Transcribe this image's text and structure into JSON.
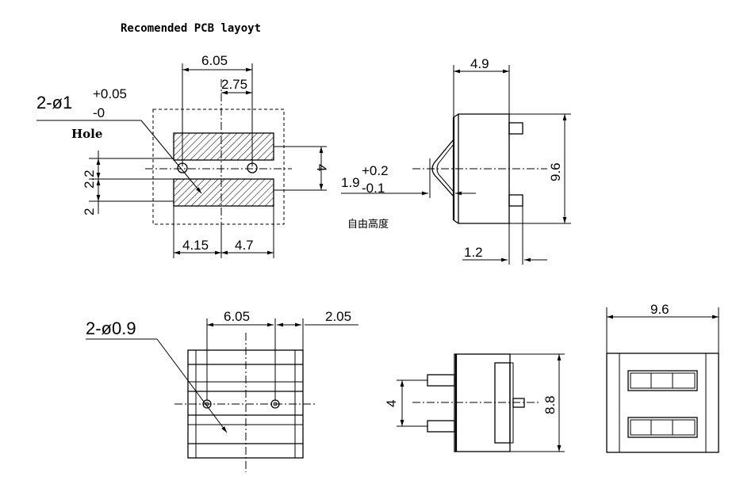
{
  "title": "Recomended PCB layoyt",
  "pcb_layout": {
    "hole_spec": "2-ø1",
    "hole_tol_plus": "+0.05",
    "hole_tol_minus": "-0",
    "hole_label": "Hole",
    "dim_top": "6.05",
    "dim_offset": "2.75",
    "dim_pad_pitch": "4",
    "dim_left_a": "2.2",
    "dim_left_b": "2",
    "dim_bottom_left": "4.15",
    "dim_bottom_right": "4.7"
  },
  "side_view": {
    "dim_width": "4.9",
    "dim_height": "9.6",
    "dim_travel": "1.9",
    "travel_tol_plus": "+0.2",
    "travel_tol_minus": "-0.1",
    "free_height_label": "自由高度",
    "dim_pin": "1.2"
  },
  "bottom_view": {
    "hole_spec": "2-ø0.9",
    "dim_pitch": "6.05",
    "dim_offset": "2.05"
  },
  "end_view": {
    "dim_pin_pitch": "4",
    "dim_height": "8.8"
  },
  "top_view": {
    "dim_width": "9.6"
  }
}
